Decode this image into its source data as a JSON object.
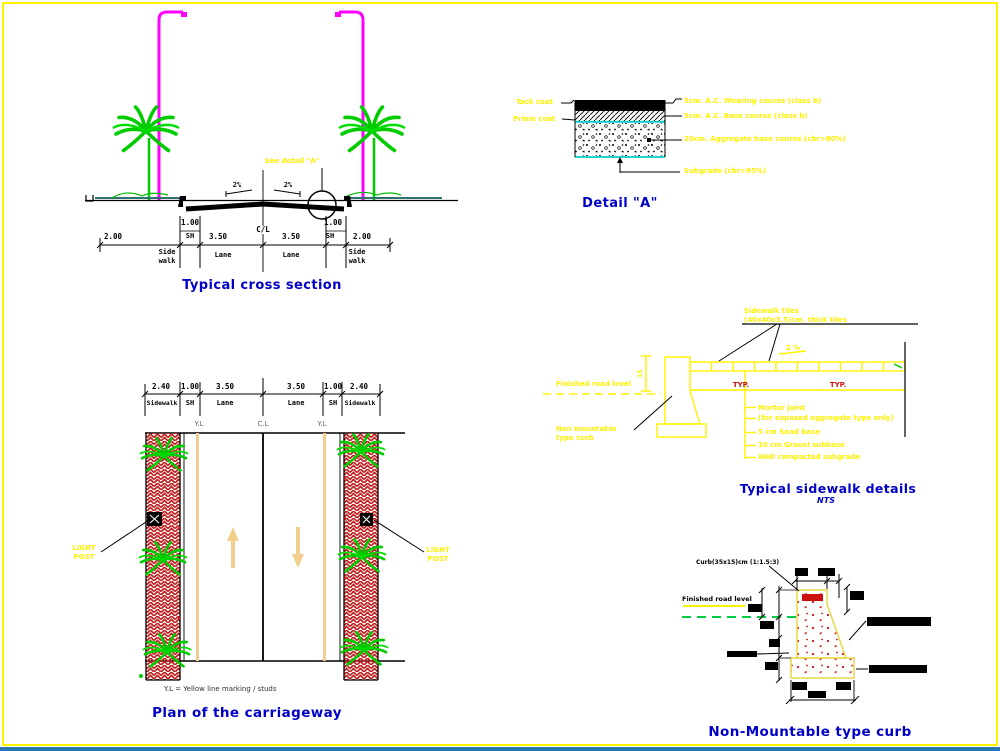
{
  "colors": {
    "frame_yellow": "#FFF200",
    "title_blue": "#0000C8",
    "annotation_yellow": "#FFF200",
    "pole_magenta": "#FF00FF",
    "tree_green": "#00CC00",
    "hatch_red": "#C22222",
    "marking_red": "#CC1111",
    "cyan_layer": "#00CCCC",
    "lane_marking_tan": "#EFCF8F"
  },
  "cross_section": {
    "title": "Typical cross section",
    "see_detail": "See detail \"A\"",
    "slope_left": "2%",
    "slope_right": "2%",
    "center_line": "C/L",
    "dim_sh_top_left": "1.00",
    "dim_sh_top_right": "1.00",
    "sh_left": "SH",
    "sh_right": "SH",
    "dim_values": [
      "2.00",
      "3.50",
      "3.50",
      "2.00"
    ],
    "seg_labels": [
      [
        "Side",
        "walk"
      ],
      [
        "Lane"
      ],
      [
        "Lane"
      ],
      [
        "Side",
        "walk"
      ]
    ]
  },
  "detail_a": {
    "title": "Detail \"A\"",
    "tack_coat": "Tack coat",
    "prime_coat": "Prime coat",
    "layers": [
      "5cm.  A.C. Wearing course (class b)",
      "5cm.  A.C. Base course (class b)",
      "20cm. Aggregate base course (cbr>80%)",
      "Subgrade (cbr>95%)"
    ]
  },
  "sidewalk_detail": {
    "title": "Typical sidewalk details",
    "scale": "NTS",
    "tiles_line1": "Sidewalk tiles",
    "tiles_line2": "(40x40x3.5)cm. thick tiles",
    "slope": "2 %",
    "finished_road_level": "Finished road level",
    "curb_line1": "Non mountable",
    "curb_line2": "type curb",
    "typ": "TYP.",
    "curb_height": "15",
    "notes": [
      "Mortar joint",
      "(for exposed aggregate type only)",
      "5 cm Sand base",
      "10 cm Gravel subbase",
      "Well compacted subgrade"
    ]
  },
  "plan": {
    "title": "Plan of the carriageway",
    "note": "Y.L = Yellow line marking / studs",
    "dim_values": [
      "2.40",
      "1.00",
      "3.50",
      "3.50",
      "1.00",
      "2.40"
    ],
    "seg_labels": [
      "Sidewalk",
      "SH",
      "Lane",
      "Lane",
      "SH",
      "Sidewalk"
    ],
    "line_labels": [
      "Y.L",
      "C.L",
      "Y.L"
    ],
    "light_post_line1": "LIGHT",
    "light_post_line2": "POST"
  },
  "curb_detail": {
    "title": "Non-Mountable type curb",
    "curb_label": "Curb(35x15)cm (1:1.5:3)",
    "finished_road_level": "Finished road level"
  }
}
